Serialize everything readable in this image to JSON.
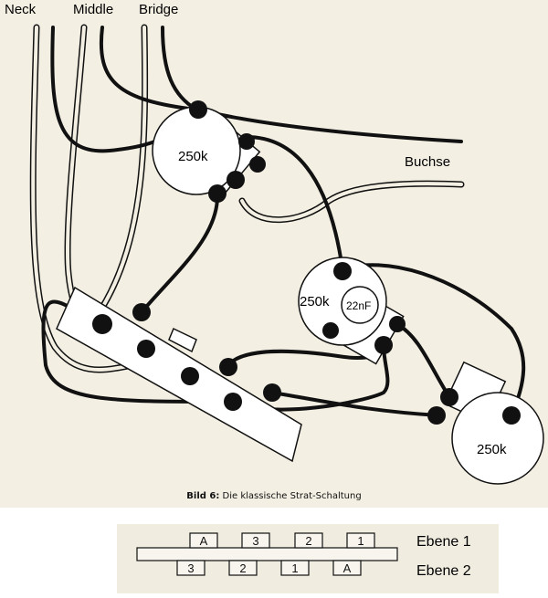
{
  "labels": {
    "neck": "Neck",
    "middle": "Middle",
    "bridge": "Bridge",
    "jack": "Buchse"
  },
  "pots": [
    {
      "value": "250k"
    },
    {
      "value": "250k"
    },
    {
      "value": "250k"
    }
  ],
  "capacitor": "22nF",
  "caption": {
    "prefix": "Bild 6:",
    "text": " Die klassische Strat-Schaltung"
  },
  "switch_legend": {
    "level1": {
      "label": "Ebene 1",
      "tabs": [
        "A",
        "3",
        "2",
        "1"
      ]
    },
    "level2": {
      "label": "Ebene 2",
      "tabs": [
        "3",
        "2",
        "1",
        "A"
      ]
    }
  }
}
